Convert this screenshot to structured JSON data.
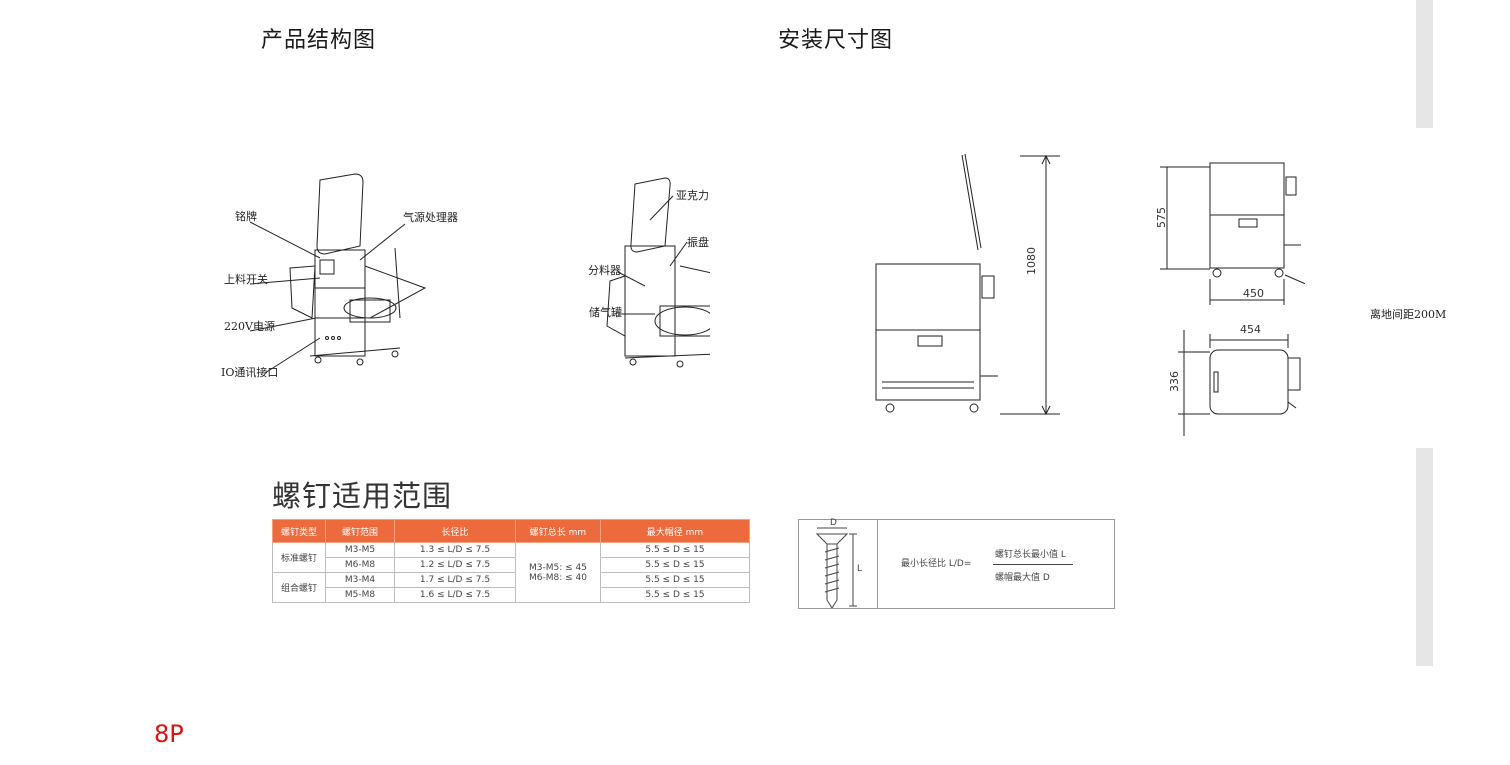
{
  "headings": {
    "structure": "产品结构图",
    "install": "安装尺寸图",
    "screw_range": "螺钉适用范围"
  },
  "structure_labels": {
    "nameplate": "铭牌",
    "air_processor": "气源处理器",
    "feed_switch": "上料开关",
    "power": "220V电源",
    "io_port": "IO通讯接口",
    "acrylic": "亚克力",
    "vibration_plate": "振盘",
    "distributor": "分料器",
    "air_tank": "储气罐"
  },
  "dimensions": {
    "height": "1080",
    "h575": "575",
    "w450": "450",
    "w454": "454",
    "d336": "336",
    "ground_clearance": "离地间距200M"
  },
  "table": {
    "headers": [
      "螺钉类型",
      "螺钉范围",
      "长径比",
      "螺钉总长 mm",
      "最大帽径 mm"
    ],
    "groups": [
      {
        "type": "标准螺钉",
        "rows": [
          {
            "range": "M3-M5",
            "ratio": "1.3 ≤ L/D ≤ 7.5",
            "cap": "5.5 ≤ D ≤ 15"
          },
          {
            "range": "M6-M8",
            "ratio": "1.2 ≤ L/D ≤ 7.5",
            "cap": "5.5 ≤ D ≤ 15"
          }
        ]
      },
      {
        "type": "组合螺钉",
        "rows": [
          {
            "range": "M3-M4",
            "ratio": "1.7 ≤ L/D ≤ 7.5",
            "cap": "5.5 ≤ D ≤ 15"
          },
          {
            "range": "M5-M8",
            "ratio": "1.6 ≤ L/D ≤ 7.5",
            "cap": "5.5 ≤ D ≤ 15"
          }
        ]
      }
    ],
    "length_line1": "M3-M5: ≤ 45",
    "length_line2": "M6-M8: ≤ 40"
  },
  "formula": {
    "d_label": "D",
    "l_label": "L",
    "lhs": "最小长径比 L/D=",
    "numerator": "螺钉总长最小值 L",
    "denominator": "螺帽最大值 D"
  },
  "page_number": "8P",
  "colors": {
    "table_header": "#ec6a3c",
    "page_number": "#e01010"
  }
}
